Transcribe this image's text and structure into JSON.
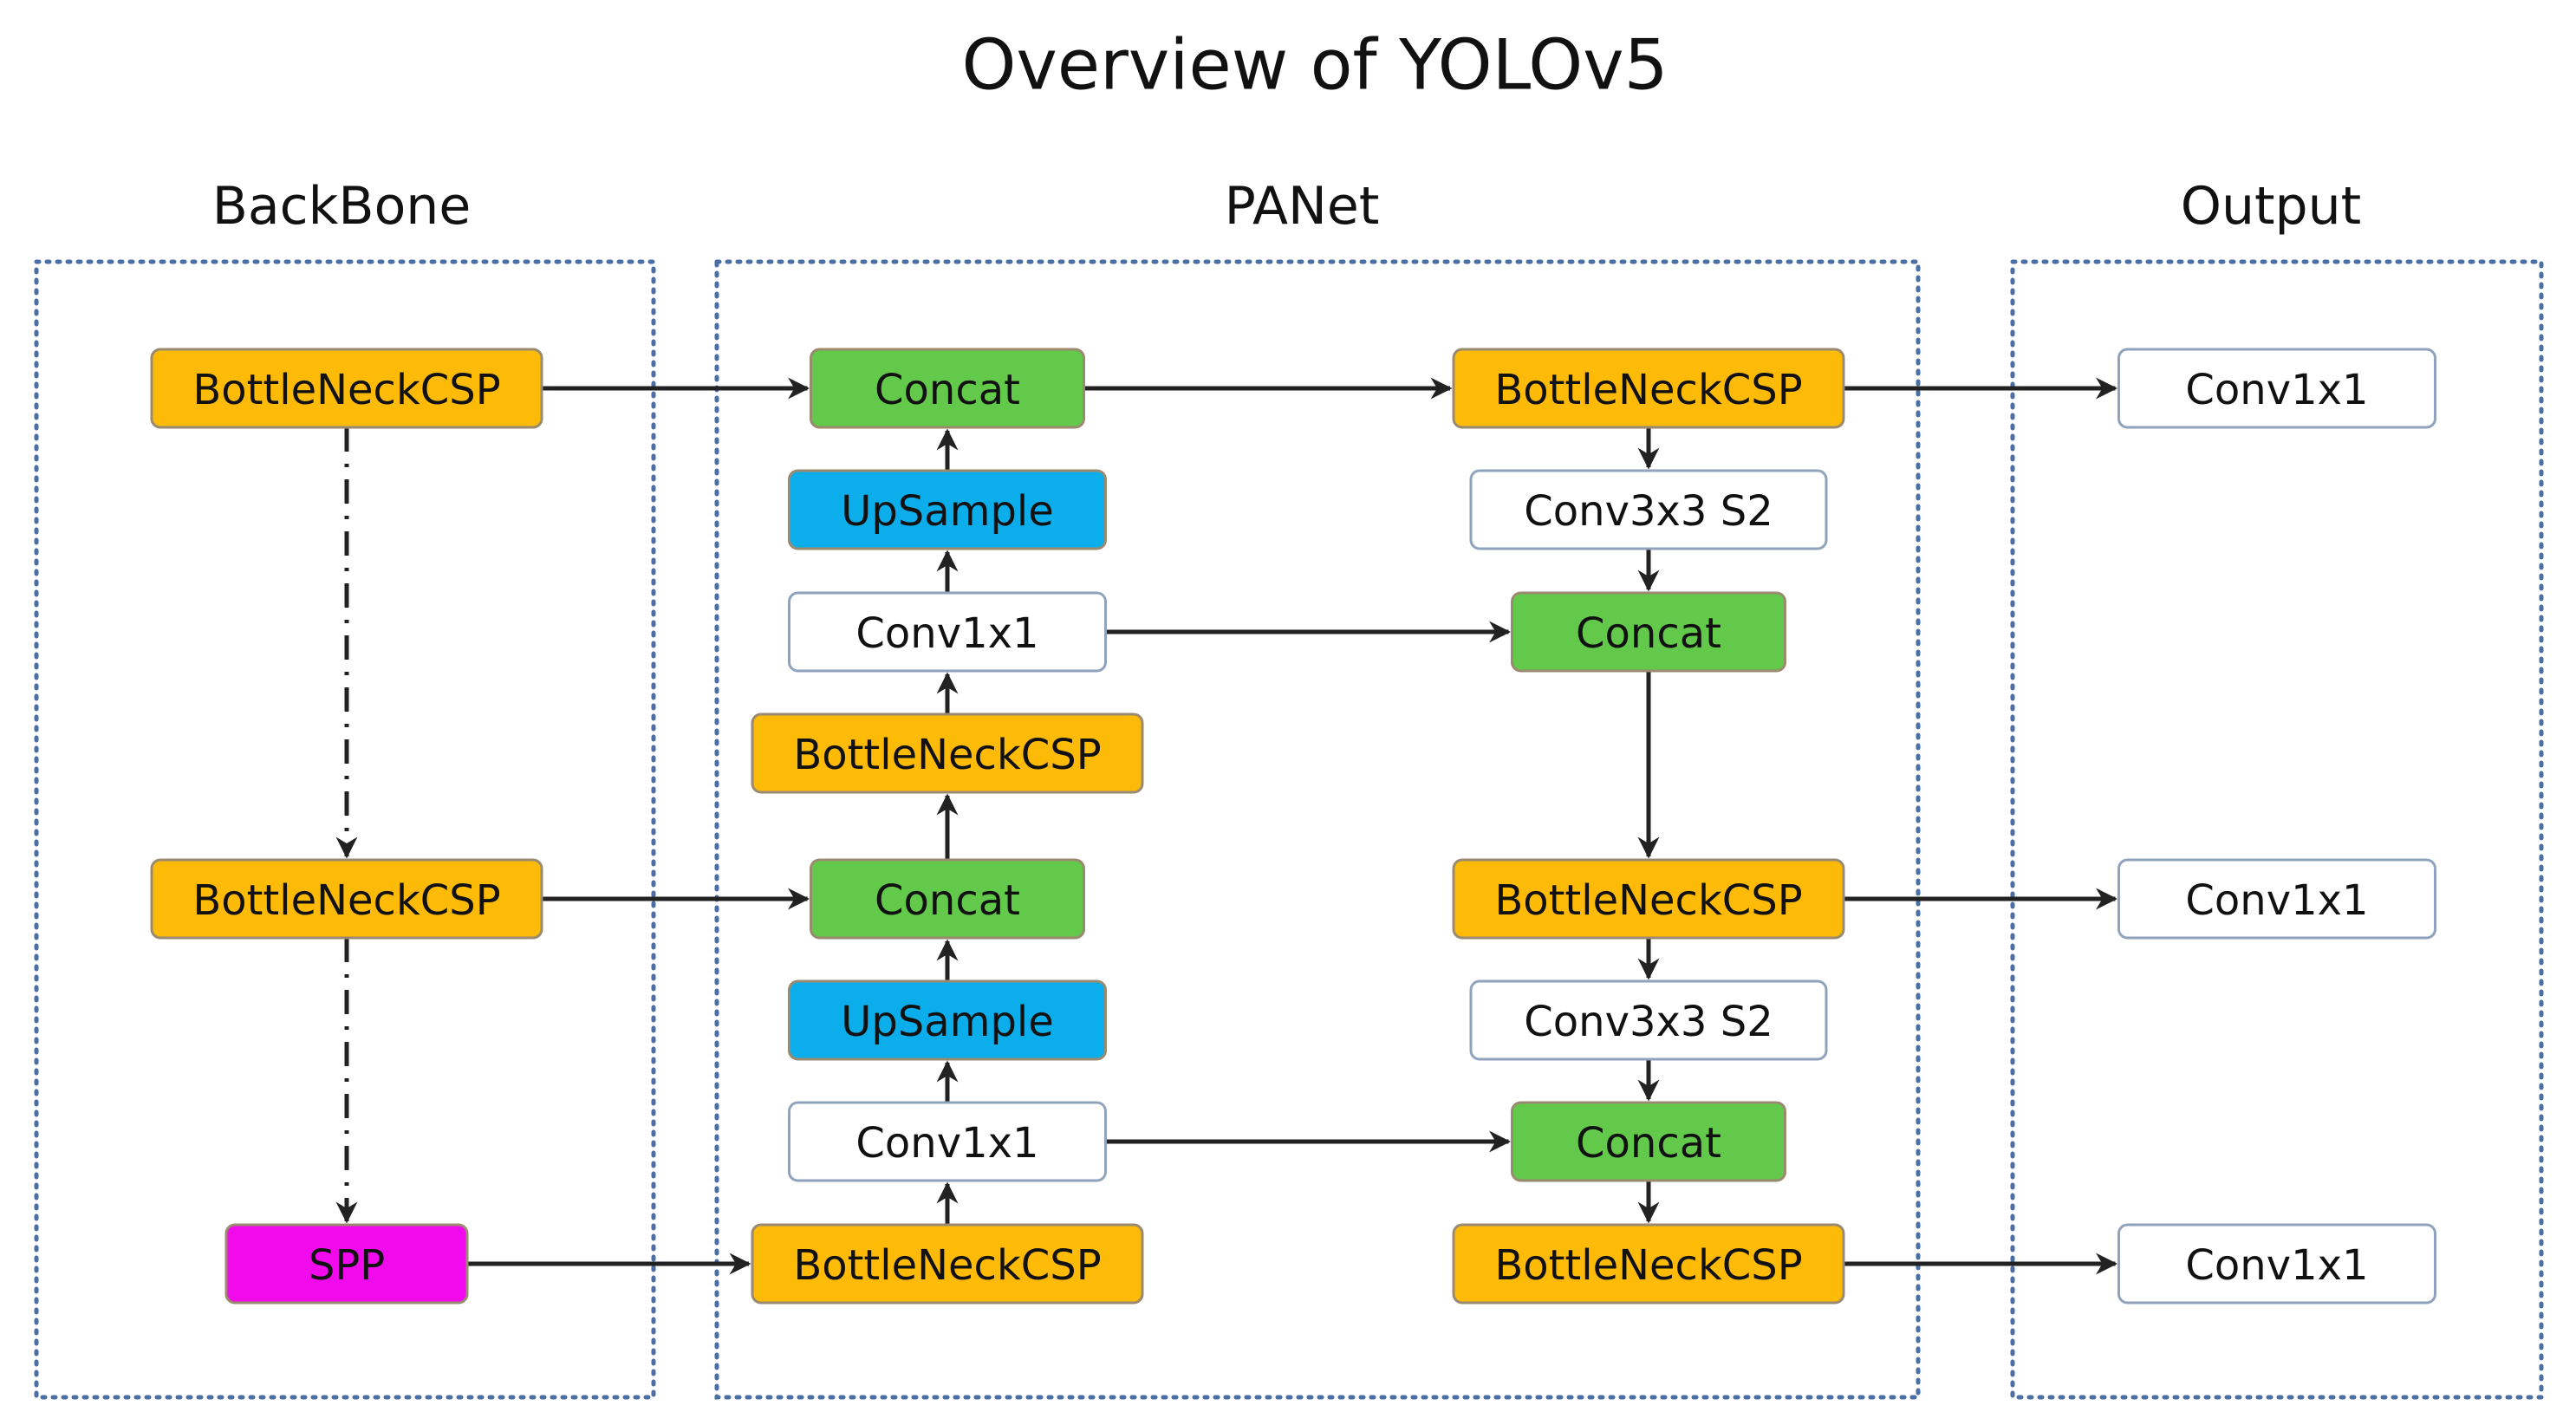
{
  "title": "Overview of YOLOv5",
  "sections": [
    {
      "id": "backbone",
      "label": "BackBone"
    },
    {
      "id": "panet",
      "label": "PANet"
    },
    {
      "id": "output",
      "label": "Output"
    }
  ],
  "colors": {
    "bottleneck": "#FDBA07",
    "concat": "#62C94A",
    "upsample": "#0BAEEA",
    "spp": "#F10BEC",
    "conv": "#FFFFFF",
    "section_border": "#4A6FA5"
  },
  "nodes": [
    {
      "id": "bb1",
      "label": "BottleNeckCSP",
      "kind": "bottleneck"
    },
    {
      "id": "bb2",
      "label": "BottleNeckCSP",
      "kind": "bottleneck"
    },
    {
      "id": "spp",
      "label": "SPP",
      "kind": "spp"
    },
    {
      "id": "pa_concat1",
      "label": "Concat",
      "kind": "concat"
    },
    {
      "id": "pa_up1",
      "label": "UpSample",
      "kind": "upsample"
    },
    {
      "id": "pa_conv1",
      "label": "Conv1x1",
      "kind": "conv"
    },
    {
      "id": "pa_bn1",
      "label": "BottleNeckCSP",
      "kind": "bottleneck"
    },
    {
      "id": "pa_concat2",
      "label": "Concat",
      "kind": "concat"
    },
    {
      "id": "pa_up2",
      "label": "UpSample",
      "kind": "upsample"
    },
    {
      "id": "pa_conv2",
      "label": "Conv1x1",
      "kind": "conv"
    },
    {
      "id": "pa_bn2",
      "label": "BottleNeckCSP",
      "kind": "bottleneck"
    },
    {
      "id": "pr_bn1",
      "label": "BottleNeckCSP",
      "kind": "bottleneck"
    },
    {
      "id": "pr_conv1",
      "label": "Conv3x3 S2",
      "kind": "conv"
    },
    {
      "id": "pr_concat1",
      "label": "Concat",
      "kind": "concat"
    },
    {
      "id": "pr_bn2",
      "label": "BottleNeckCSP",
      "kind": "bottleneck"
    },
    {
      "id": "pr_conv2",
      "label": "Conv3x3 S2",
      "kind": "conv"
    },
    {
      "id": "pr_concat2",
      "label": "Concat",
      "kind": "concat"
    },
    {
      "id": "pr_bn3",
      "label": "BottleNeckCSP",
      "kind": "bottleneck"
    },
    {
      "id": "out1",
      "label": "Conv1x1",
      "kind": "conv"
    },
    {
      "id": "out2",
      "label": "Conv1x1",
      "kind": "conv"
    },
    {
      "id": "out3",
      "label": "Conv1x1",
      "kind": "conv"
    }
  ],
  "edges": [
    {
      "from": "bb1",
      "to": "pa_concat1",
      "style": "solid"
    },
    {
      "from": "bb1",
      "to": "bb2",
      "style": "dashdot"
    },
    {
      "from": "bb2",
      "to": "pa_concat2",
      "style": "solid"
    },
    {
      "from": "bb2",
      "to": "spp",
      "style": "dashdot"
    },
    {
      "from": "spp",
      "to": "pa_bn2",
      "style": "solid"
    },
    {
      "from": "pa_bn2",
      "to": "pa_conv2",
      "style": "solid"
    },
    {
      "from": "pa_conv2",
      "to": "pa_up2",
      "style": "solid"
    },
    {
      "from": "pa_up2",
      "to": "pa_concat2",
      "style": "solid"
    },
    {
      "from": "pa_concat2",
      "to": "pa_bn1",
      "style": "solid"
    },
    {
      "from": "pa_bn1",
      "to": "pa_conv1",
      "style": "solid"
    },
    {
      "from": "pa_conv1",
      "to": "pa_up1",
      "style": "solid"
    },
    {
      "from": "pa_up1",
      "to": "pa_concat1",
      "style": "solid"
    },
    {
      "from": "pa_concat1",
      "to": "pr_bn1",
      "style": "solid"
    },
    {
      "from": "pa_conv1",
      "to": "pr_concat1",
      "style": "solid"
    },
    {
      "from": "pa_conv2",
      "to": "pr_concat2",
      "style": "solid"
    },
    {
      "from": "pr_bn1",
      "to": "pr_conv1",
      "style": "solid"
    },
    {
      "from": "pr_conv1",
      "to": "pr_concat1",
      "style": "solid"
    },
    {
      "from": "pr_concat1",
      "to": "pr_bn2",
      "style": "solid"
    },
    {
      "from": "pr_bn2",
      "to": "pr_conv2",
      "style": "solid"
    },
    {
      "from": "pr_conv2",
      "to": "pr_concat2",
      "style": "solid"
    },
    {
      "from": "pr_concat2",
      "to": "pr_bn3",
      "style": "solid"
    },
    {
      "from": "pr_bn1",
      "to": "out1",
      "style": "solid"
    },
    {
      "from": "pr_bn2",
      "to": "out2",
      "style": "solid"
    },
    {
      "from": "pr_bn3",
      "to": "out3",
      "style": "solid"
    }
  ]
}
